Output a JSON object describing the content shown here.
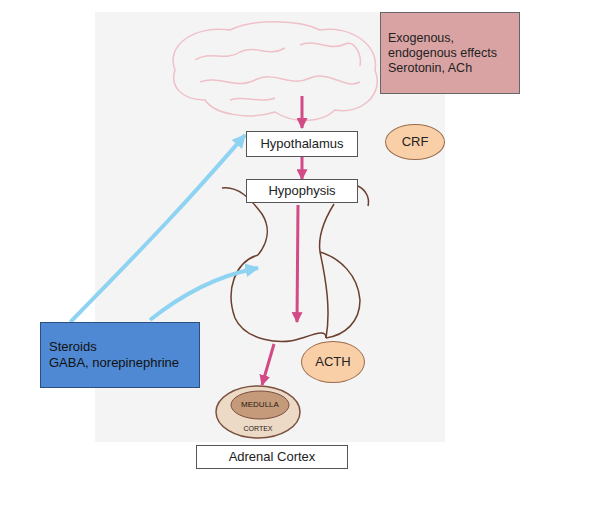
{
  "diagram": {
    "nodes": [
      {
        "text": [
          "Exogenous, endogenous effects",
          "Serotonin, ACh"
        ]
      },
      {
        "text": [
          "Hypothalamus"
        ]
      },
      {
        "text": [
          "CRF"
        ]
      },
      {
        "text": [
          "Hypophysis"
        ]
      },
      {
        "text": [
          "ACTH"
        ]
      },
      {
        "text": [
          "Steroids",
          "GABA, norepinephrine"
        ]
      },
      {
        "text": [
          "Adrenal Cortex"
        ]
      }
    ],
    "edges": [
      {
        "from": 1,
        "to": 3,
        "arrow": "to"
      },
      {
        "from": 5,
        "to": 1,
        "arrow": "to"
      }
    ],
    "labels": [
      "MEDULLA",
      "CORTEX"
    ]
  }
}
